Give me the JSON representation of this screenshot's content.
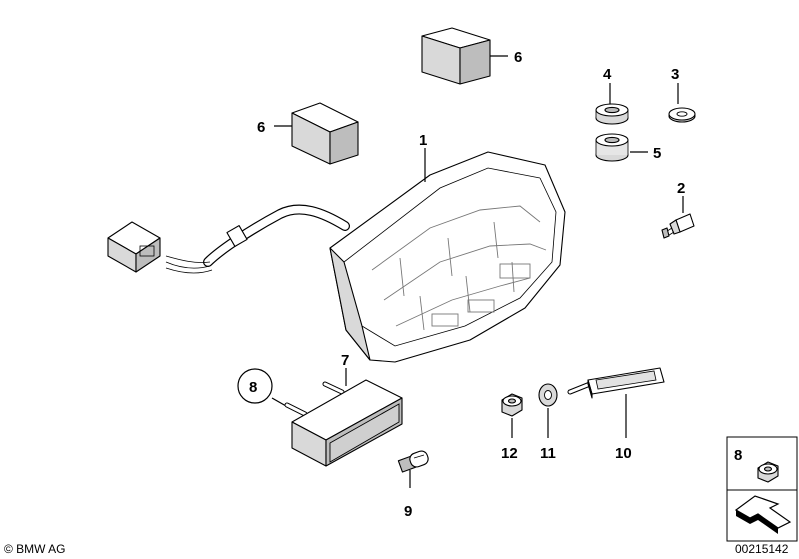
{
  "diagram": {
    "callouts": {
      "c1": "1",
      "c2": "2",
      "c3": "3",
      "c4": "4",
      "c5": "5",
      "c6_top": "6",
      "c6_left": "6",
      "c7": "7",
      "c8": "8",
      "c9": "9",
      "c10": "10",
      "c11": "11",
      "c12": "12"
    },
    "legend_box": {
      "number": "8"
    },
    "copyright": "© BMW AG",
    "drawing_number": "00215142"
  }
}
